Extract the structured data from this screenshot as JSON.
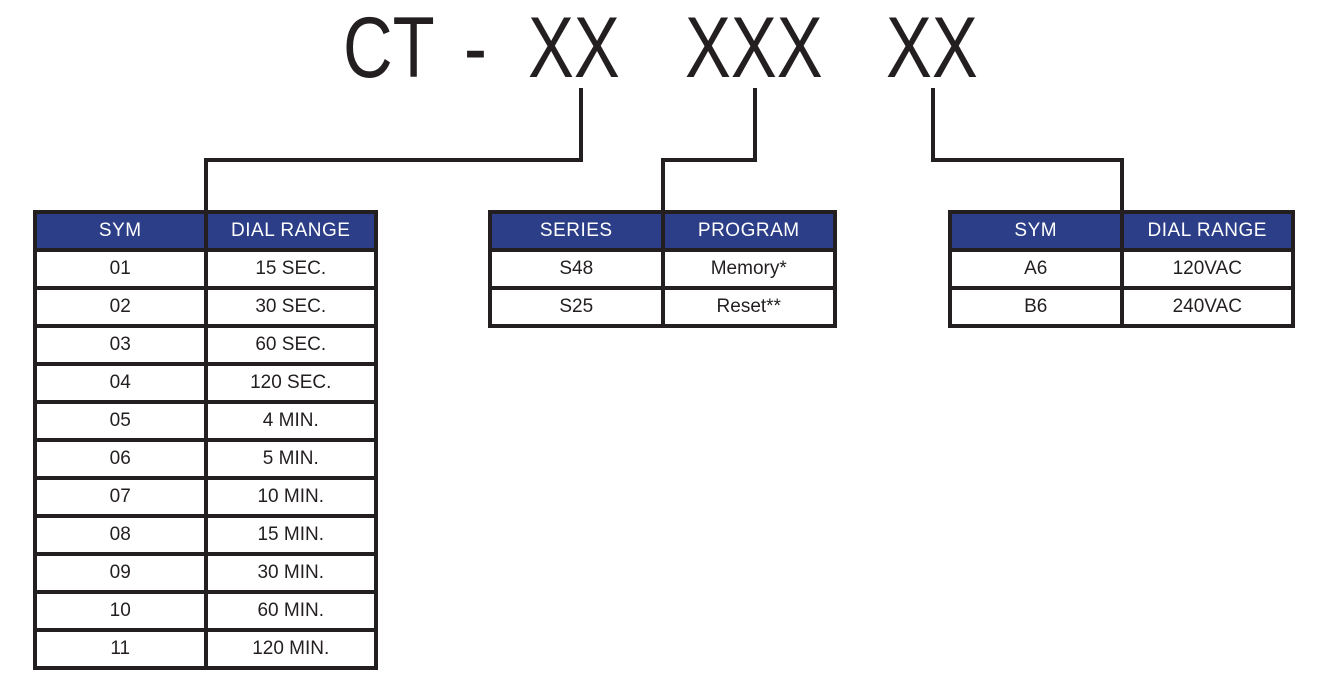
{
  "title": {
    "segments": [
      "CT",
      "-",
      "XX",
      "XXX",
      "XX"
    ]
  },
  "colors": {
    "header_bg": "#2b3e87",
    "header_text": "#ffffff",
    "border_and_lines": "#231f20",
    "body_text": "#231f20",
    "background": "#ffffff"
  },
  "tables": {
    "dial_range": {
      "headers": [
        "SYM",
        "DIAL RANGE"
      ],
      "rows": [
        [
          "01",
          "15 SEC."
        ],
        [
          "02",
          "30 SEC."
        ],
        [
          "03",
          "60 SEC."
        ],
        [
          "04",
          "120 SEC."
        ],
        [
          "05",
          "4 MIN."
        ],
        [
          "06",
          "5 MIN."
        ],
        [
          "07",
          "10 MIN."
        ],
        [
          "08",
          "15 MIN."
        ],
        [
          "09",
          "30 MIN."
        ],
        [
          "10",
          "60 MIN."
        ],
        [
          "11",
          "120 MIN."
        ]
      ]
    },
    "series_program": {
      "headers": [
        "SERIES",
        "PROGRAM"
      ],
      "rows": [
        [
          "S48",
          "Memory*"
        ],
        [
          "S25",
          "Reset**"
        ]
      ]
    },
    "voltage": {
      "headers": [
        "SYM",
        "DIAL RANGE"
      ],
      "rows": [
        [
          "A6",
          "120VAC"
        ],
        [
          "B6",
          "240VAC"
        ]
      ]
    }
  }
}
